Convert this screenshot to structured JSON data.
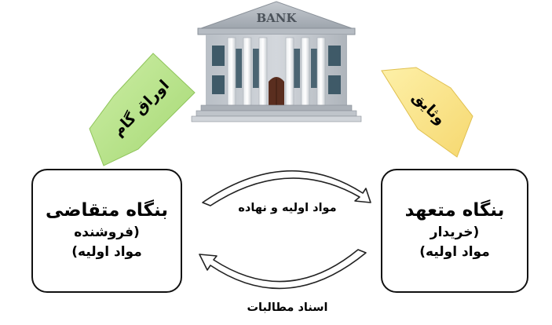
{
  "bank": {
    "sign": "BANK"
  },
  "left_box": {
    "title": "بنگاه متقاضی",
    "line1": "(فروشنده",
    "line2": "مواد اولیه)"
  },
  "right_box": {
    "title": "بنگاه متعهد",
    "line1": "(خریدار",
    "line2": "مواد اولیه)"
  },
  "left_tag": {
    "label": "اوراق گام",
    "color": "#b7e48a"
  },
  "right_tag": {
    "label": "وثایق",
    "color": "#fae48c"
  },
  "flows": {
    "top_label": "مواد اولیه و نهاده",
    "bottom_label": "اسناد مطالبات"
  }
}
